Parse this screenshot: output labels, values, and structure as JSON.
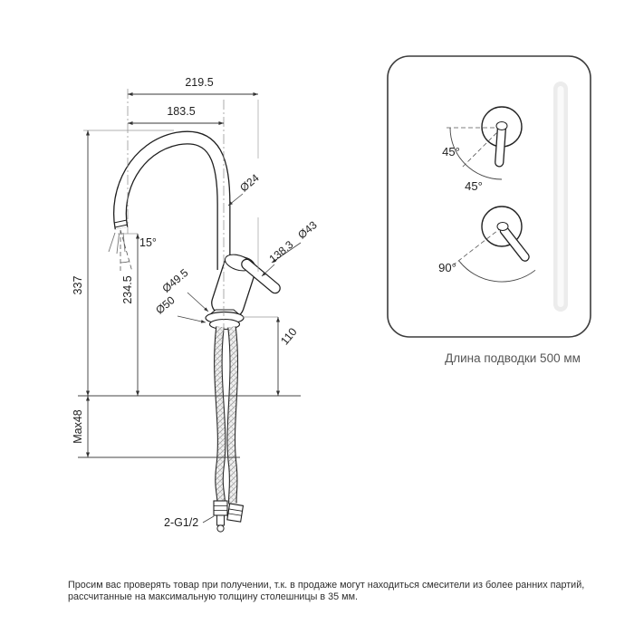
{
  "drawing": {
    "dims": {
      "overall_depth": "219.5",
      "spout_reach": "183.5",
      "spout_diameter": "Ø24",
      "body_diameter": "Ø43",
      "handle_length": "138.3",
      "spout_angle": "15°",
      "total_height": "337",
      "outlet_height": "234.5",
      "base_diameter_upper": "Ø49.5",
      "base_diameter_lower": "Ø50",
      "shank_length": "110",
      "max_countertop": "Max48",
      "connection_thread": "2-G1/2"
    }
  },
  "rotation_panel": {
    "upper_angle_outer": "45°",
    "upper_angle_inner": "45°",
    "lower_angle": "90°",
    "hose_note": "Длина подводки 500 мм"
  },
  "footer": {
    "line1": "Просим вас проверять товар при получении, т.к. в продаже могут находиться смесители из более ранних партий,",
    "line2": "рассчитанные на максимальную толщину столешницы в 35 мм."
  }
}
